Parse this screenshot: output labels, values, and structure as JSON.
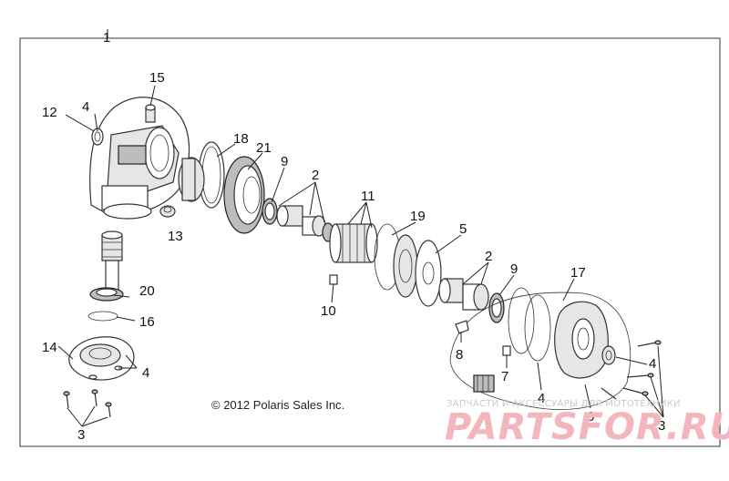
{
  "callouts": {
    "c1": "1",
    "c2a": "2",
    "c2b": "2",
    "c3a": "3",
    "c3b": "3",
    "c4a": "4",
    "c4b": "4",
    "c4c": "4",
    "c4d": "4",
    "c5": "5",
    "c6": "6",
    "c7": "7",
    "c8": "8",
    "c9a": "9",
    "c9b": "9",
    "c10": "10",
    "c11": "11",
    "c12": "12",
    "c13": "13",
    "c14": "14",
    "c15": "15",
    "c16": "16",
    "c17": "17",
    "c18": "18",
    "c19": "19",
    "c20": "20",
    "c21": "21"
  },
  "copyright": "© 2012 Polaris Sales Inc.",
  "watermark": {
    "tagline": "ЗАПЧАСТИ И АКСЕССУАРЫ ДЛЯ МОТОТЕХНИКИ",
    "brand": "PARTSFOR.RU"
  },
  "colors": {
    "line": "#222222",
    "watermark": "#f2b6bc",
    "background": "#ffffff"
  }
}
